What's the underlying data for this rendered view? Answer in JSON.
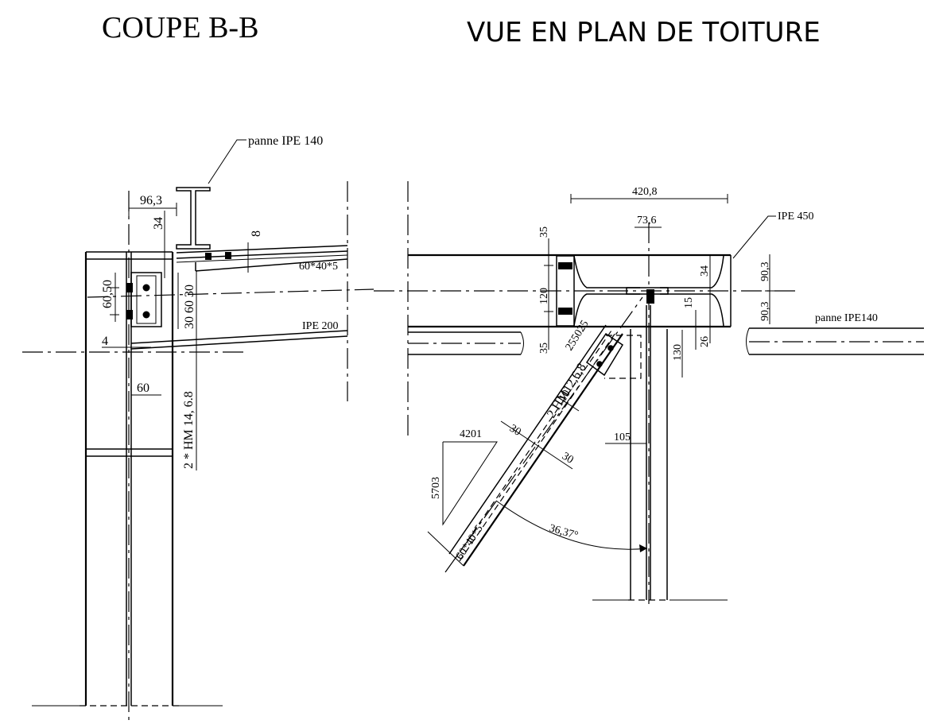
{
  "titles": {
    "left": "COUPE B-B",
    "right": "VUE EN PLAN DE TOITURE"
  },
  "section_bb": {
    "purlin_label": "panne IPE 140",
    "dim_96_3": "96,3",
    "dim_34": "34",
    "dim_8": "8",
    "angle_profile": "60*40*5",
    "dim_60_50": "60,50",
    "dim_30_60_30": "30 60 30",
    "beam_label": "IPE 200",
    "dim_4": "4",
    "dim_60": "60",
    "bolts": "2 * HM 14, 6.8"
  },
  "roof_plan": {
    "dim_420_8": "420,8",
    "dim_73_6": "73,6",
    "rafter_label": "IPE 450",
    "dim_35_top": "35",
    "dim_120": "120",
    "dim_35_bottom": "35",
    "dim_34": "34",
    "dim_90_3_top": "90,3",
    "dim_90_3_bottom": "90,3",
    "dim_15": "15",
    "dim_26": "26",
    "dim_130": "130",
    "purlin_label": "panne IPE140",
    "bolts": "2 HM12,6,8",
    "dim_255025": "255025",
    "dim_10": "10",
    "dim_30_a": "30",
    "dim_30_b": "30",
    "dim_105": "105",
    "slope_h": "4201",
    "slope_v": "5703",
    "brace_profile": "60*40*5",
    "angle": "36,37°"
  }
}
